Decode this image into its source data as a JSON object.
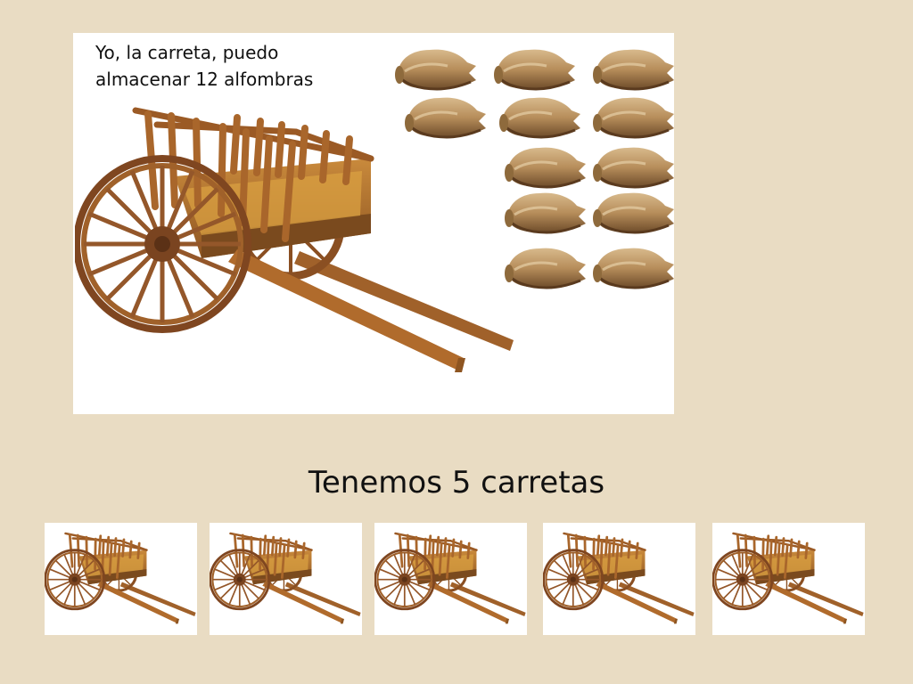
{
  "slide": {
    "caption_line1": "Yo, la carreta, puedo",
    "caption_line2": "almacenar 12 alfombras",
    "heading": "Tenemos 5 carretas"
  },
  "illustrations": {
    "main_image": "wooden-cart",
    "rug_image": "rolled-rug",
    "rug_count": 12,
    "cart_thumbnail_count": 5
  }
}
